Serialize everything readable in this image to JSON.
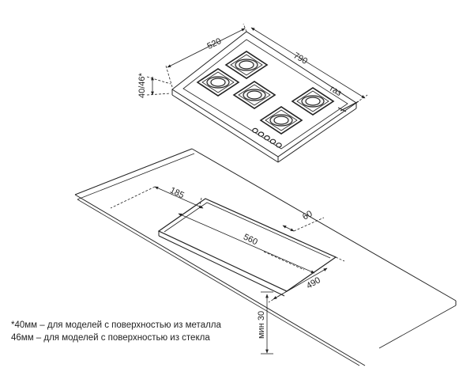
{
  "hob": {
    "width_label": "520",
    "length_label": "790",
    "height_label": "40/46*",
    "gas_label": "газ",
    "burner_count": 5,
    "knob_count": 5
  },
  "cutout": {
    "offset_label": "185",
    "margin_label": "60",
    "length_label": "560",
    "depth_label": "490",
    "min_depth_label": "мин 30"
  },
  "notes": [
    "*40мм – для моделей с поверхностью из металла",
    "46мм – для моделей с поверхностью из стекла"
  ]
}
